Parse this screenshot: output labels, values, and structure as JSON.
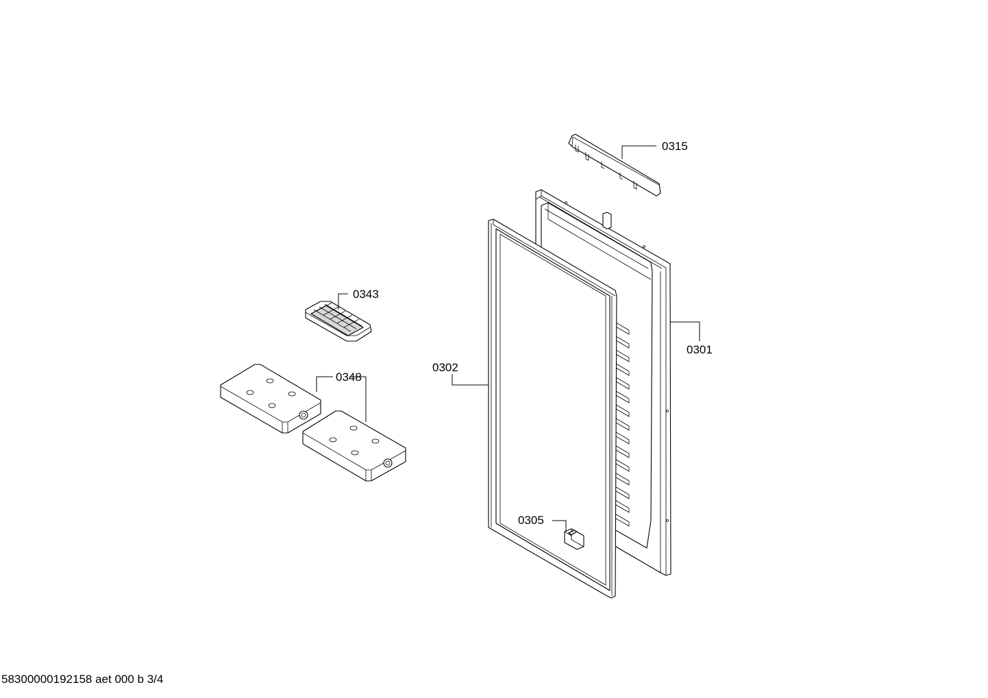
{
  "diagram": {
    "parts": [
      {
        "id": "0315",
        "label": "0315"
      },
      {
        "id": "0343",
        "label": "0343"
      },
      {
        "id": "0301",
        "label": "0301"
      },
      {
        "id": "0302",
        "label": "0302"
      },
      {
        "id": "0348",
        "label": "0348"
      },
      {
        "id": "0305",
        "label": "0305"
      }
    ],
    "footer": "58300000192158 aet 000 b 3/4"
  }
}
